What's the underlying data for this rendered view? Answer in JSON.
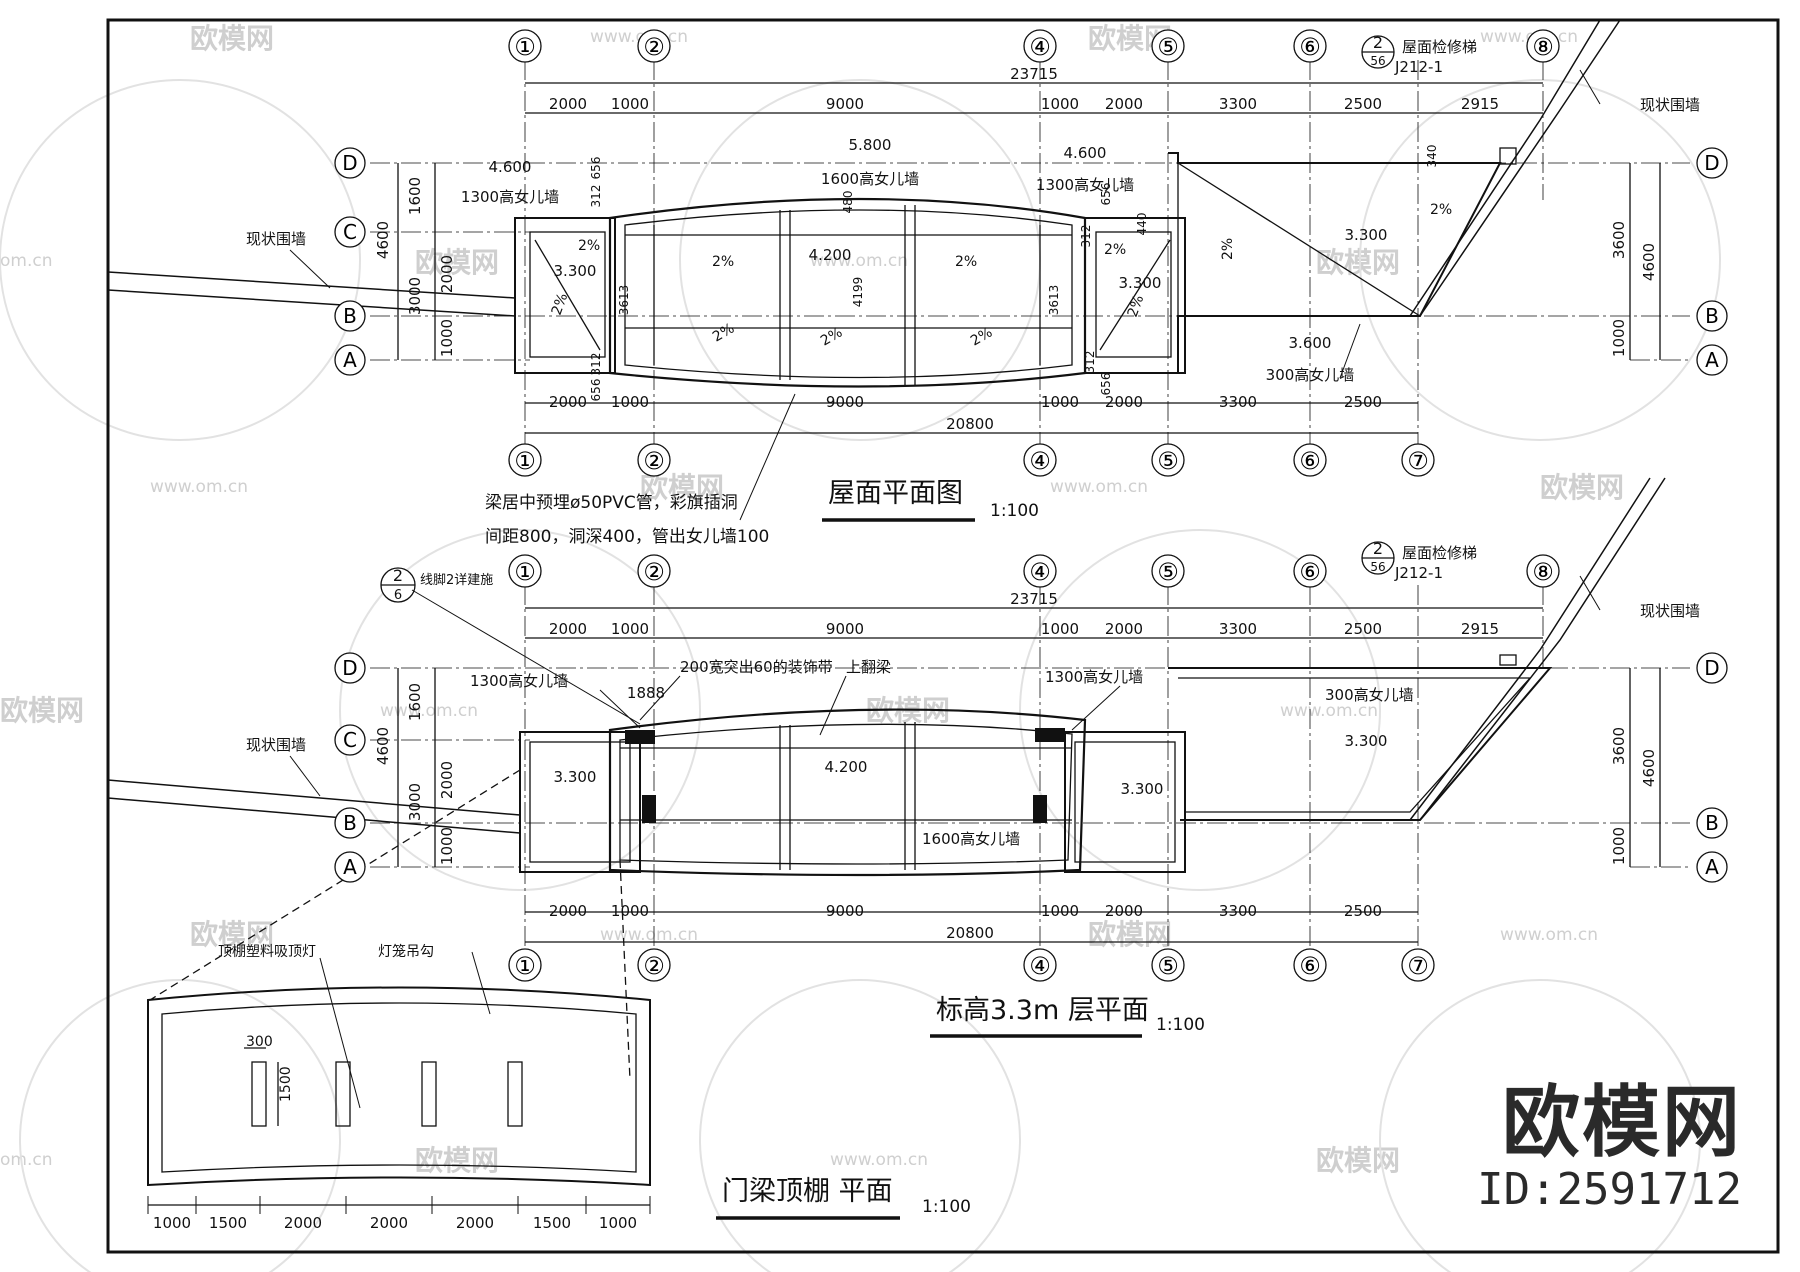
{
  "grid": {
    "cols_top": [
      "①",
      "②",
      "④",
      "⑤",
      "⑥",
      "⑧"
    ],
    "cols_bottom": [
      "①",
      "②",
      "④",
      "⑤",
      "⑥",
      "⑦"
    ],
    "rows": [
      "D",
      "C",
      "B",
      "A"
    ]
  },
  "roof_plan": {
    "title": "屋面平面图",
    "scale": "1:100",
    "overall_top": "23715",
    "dims_top": [
      "2000",
      "1000",
      "9000",
      "1000",
      "2000",
      "3300",
      "2500",
      "2915"
    ],
    "overall_bottom": "20800",
    "dims_bottom": [
      "2000",
      "1000",
      "9000",
      "1000",
      "2000",
      "3300",
      "2500"
    ],
    "dims_left": [
      "1600",
      "4600",
      "3000",
      "2000",
      "1000"
    ],
    "dims_right": [
      "3600",
      "4600",
      "1000"
    ],
    "misc_dims": [
      "312",
      "656",
      "312",
      "656",
      "312",
      "656",
      "312",
      "656",
      "480",
      "4199",
      "3613",
      "3613",
      "340",
      "440"
    ],
    "elev_5800": "5.800",
    "elev_4600a": "4.600",
    "elev_4600b": "4.600",
    "elev_3300a": "3.300",
    "elev_3300b": "3.300",
    "elev_3300c": "3.300",
    "elev_3600": "3.600",
    "elev_4200": "4.200",
    "parapet_1600": "1600高女儿墙",
    "parapet_1300a": "1300高女儿墙",
    "parapet_1300b": "1300高女儿墙",
    "parapet_300": "300高女儿墙",
    "slopes": [
      "2%",
      "2%",
      "2%",
      "2%",
      "2%",
      "2%",
      "2%",
      "2%",
      "2%",
      "2%",
      "2%"
    ],
    "existing_wall_left": "现状围墙",
    "existing_wall_right": "现状围墙",
    "ladder_detail_num": "2",
    "ladder_detail_sheet": "56",
    "ladder_label": "屋面检修梯",
    "ladder_ref": "J212-1",
    "note_line1": "梁居中预埋ø50PVC管，彩旗插洞",
    "note_line2": "间距800，洞深400，管出女儿墙100"
  },
  "floor_plan": {
    "title": "标高3.3m 层平面",
    "scale": "1:100",
    "overall_top": "23715",
    "dims_top": [
      "2000",
      "1000",
      "9000",
      "1000",
      "2000",
      "3300",
      "2500",
      "2915"
    ],
    "overall_bottom": "20800",
    "dims_bottom": [
      "2000",
      "1000",
      "9000",
      "1000",
      "2000",
      "3300",
      "2500"
    ],
    "dims_left": [
      "1600",
      "4600",
      "3000",
      "2000",
      "1000"
    ],
    "dims_right": [
      "3600",
      "4600",
      "1000"
    ],
    "detail_num": "2",
    "detail_sheet": "6",
    "detail_label": "线脚2详建施",
    "dim_1888": "1888",
    "deco_band": "200宽突出60的装饰带",
    "upper_beam": "上翻梁",
    "parapet_1300a": "1300高女儿墙",
    "parapet_1300b": "1300高女儿墙",
    "parapet_300": "300高女儿墙",
    "parapet_1600": "1600高女儿墙",
    "elev_3300a": "3.300",
    "elev_3300b": "3.300",
    "elev_3300c": "3.300",
    "elev_4200": "4.200",
    "existing_wall_left": "现状围墙",
    "existing_wall_right": "现状围墙",
    "ladder_detail_num": "2",
    "ladder_detail_sheet": "56",
    "ladder_label": "屋面检修梯",
    "ladder_ref": "J212-1"
  },
  "ceiling_plan": {
    "title": "门梁顶棚 平面",
    "scale": "1:100",
    "light_label": "顶棚塑料吸顶灯",
    "hook_label": "灯笼吊勾",
    "dim_300": "300",
    "dim_1500": "1500",
    "dims_bottom": [
      "1000",
      "1500",
      "2000",
      "2000",
      "2000",
      "1500",
      "1000"
    ]
  },
  "watermark": {
    "text": "欧模网",
    "url": "www.om.cn",
    "url_short": "om.cn"
  },
  "brand": {
    "name": "欧模网",
    "id": "ID:2591712"
  }
}
